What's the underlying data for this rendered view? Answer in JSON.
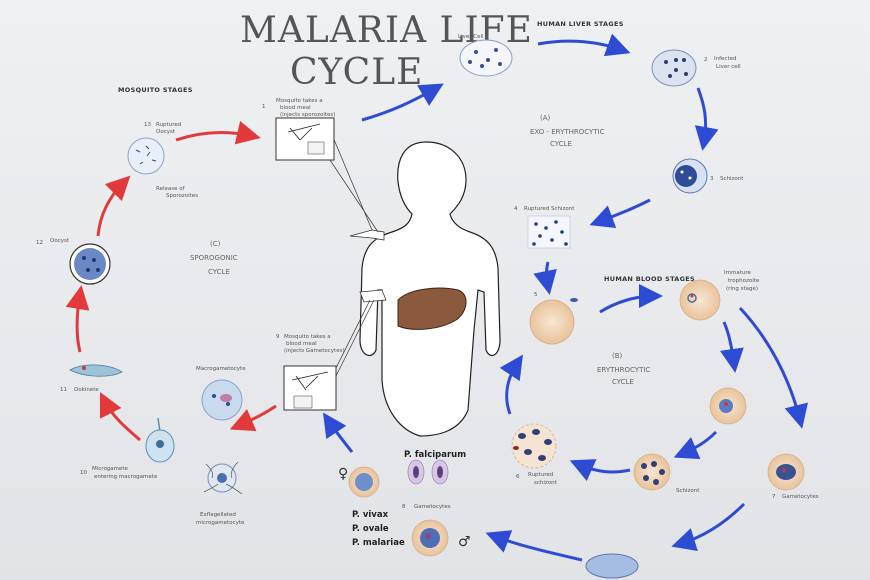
{
  "title": {
    "line1": "MALARIA LIFE",
    "line2": "CYCLE"
  },
  "sections": {
    "mosquito": "MOSQUITO STAGES",
    "liver": "HUMAN LIVER STAGES",
    "blood": "HUMAN BLOOD STAGES"
  },
  "cycles": {
    "a_letter": "(A)",
    "a_name": "EXO - ERYTHROCYTIC",
    "a_sub": "CYCLE",
    "b_letter": "(B)",
    "b_name": "ERYTHROCYTIC",
    "b_sub": "CYCLE",
    "c_letter": "(C)",
    "c_name": "SPOROGONIC",
    "c_sub": "CYCLE"
  },
  "stages": {
    "mosq_bite1_num": "1",
    "mosq_bite1": "Mosquito takes a",
    "mosq_bite1_l2": "blood meal",
    "mosq_bite1_l3": "(injects sporozoites)",
    "liver_cell": "Liver Cell",
    "infected_num": "2",
    "infected": "Infected",
    "infected_l2": "Liver cell",
    "schizont_num": "3",
    "schizont": "Schizont",
    "ruptured_schizont_num": "4",
    "ruptured_schizont": "Ruptured Schizont",
    "stage5_num": "5",
    "immature": "Immature",
    "immature_l2": "trophozoite",
    "immature_l3": "(ring stage)",
    "schizont_blood": "Schizont",
    "ruptured_schizont_blood_num": "6",
    "ruptured_schizont_blood": "Ruptured",
    "ruptured_schizont_blood_l2": "schizont",
    "gametocytes_blood_num": "7",
    "gametocytes_blood": "Gametocytes",
    "gametocytes_num": "8",
    "gametocytes": "Gametocytes",
    "mosq_bite2_num": "9",
    "mosq_bite2": "Mosquito takes a",
    "mosq_bite2_l2": "blood meal",
    "mosq_bite2_l3": "(injects Gametocytes)",
    "macrogametocyte": "Macrogametocyte",
    "exflagellated": "Exflagellated",
    "exflagellated_l2": "microgametocyte",
    "microgamete_num": "10",
    "microgamete": "Microgamete",
    "microgamete_l2": "entering macrogamete",
    "ookinete_num": "11",
    "ookinete": "Ookinete",
    "oocyst_num": "12",
    "oocyst": "Oocyst",
    "ruptured_oocyst_num": "13",
    "ruptured_oocyst": "Ruptured",
    "ruptured_oocyst_l2": "Oocyst",
    "release": "Release of",
    "release_l2": "Sporozoites"
  },
  "species": {
    "falciparum": "P. falciparum",
    "list": [
      "P. vivax",
      "P. ovale",
      "P. malariae"
    ],
    "female_symbol": "♀",
    "male_symbol": "♂"
  },
  "colors": {
    "red_arrow": "#e23a3a",
    "blue_arrow": "#2e4bd3",
    "liver": "#8b5a3c",
    "cell_blue": "#4a6fb0",
    "rbc": "#f2d2b0"
  }
}
